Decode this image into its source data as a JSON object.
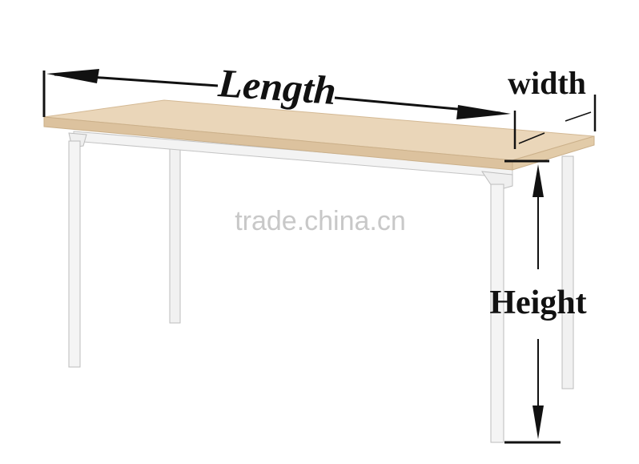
{
  "labels": {
    "length": "Length",
    "width": "width",
    "height": "Height"
  },
  "watermark": "trade.china.cn",
  "colors": {
    "tabletop": "#e9d4b6",
    "tabletop_edge": "#d9bf9a",
    "frame": "#f1f1f1",
    "frame_shadow": "#bdbdbd",
    "dimension_line": "#111111"
  }
}
